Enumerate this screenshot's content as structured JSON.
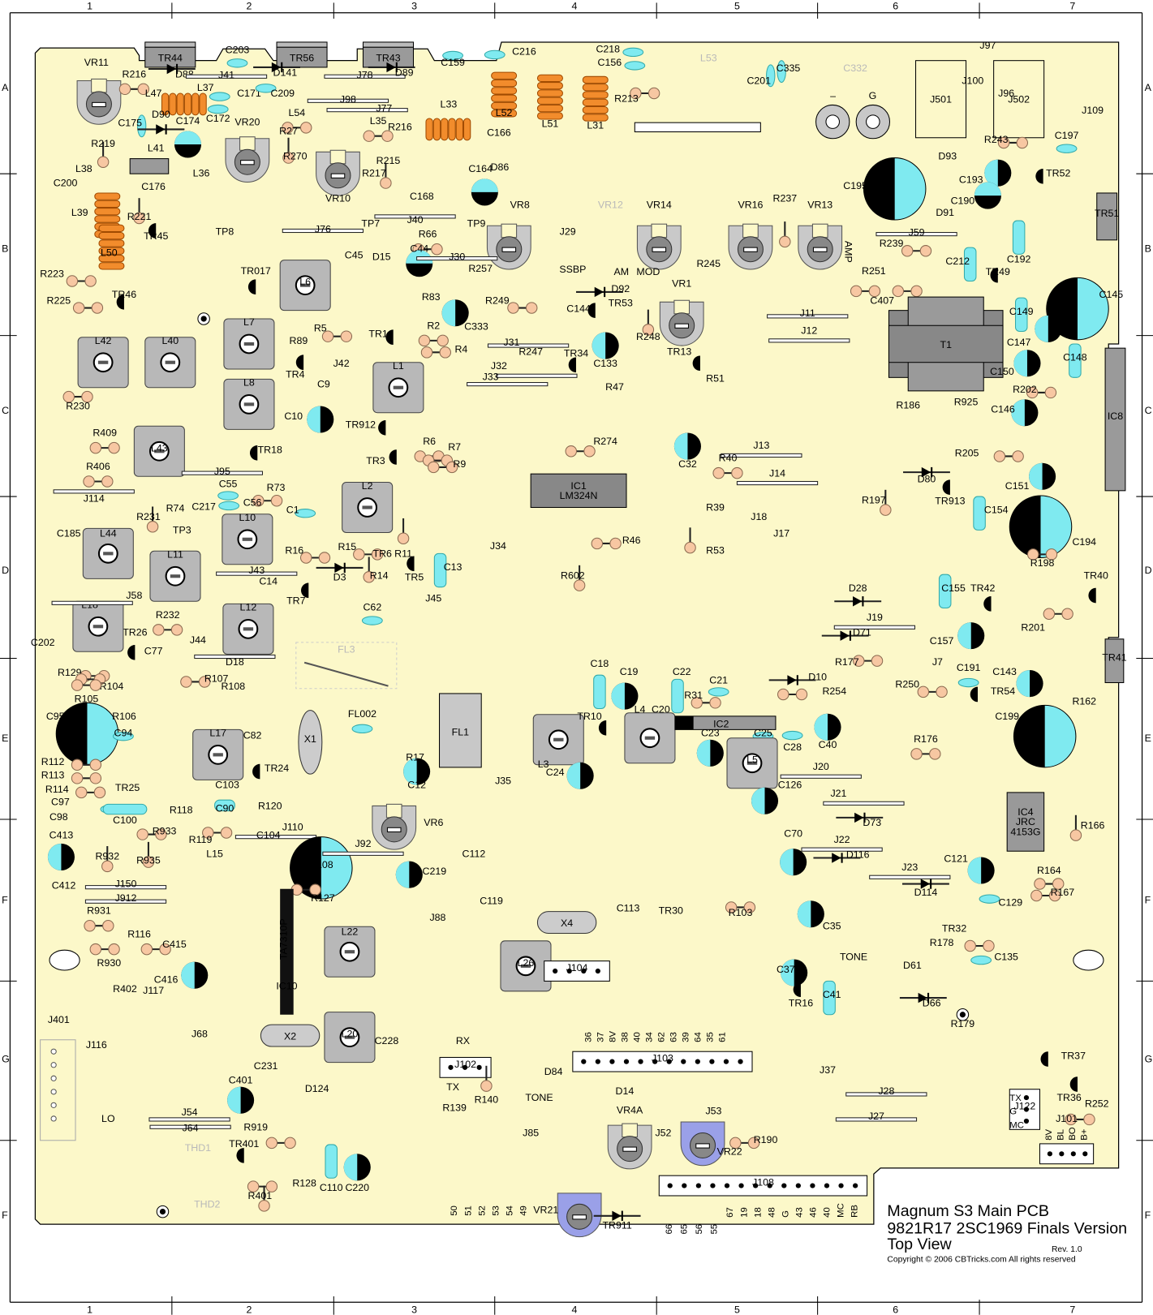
{
  "grid": {
    "columns": [
      "1",
      "2",
      "3",
      "4",
      "5",
      "6",
      "7"
    ],
    "rows": [
      "A",
      "B",
      "C",
      "D",
      "E",
      "F",
      "G",
      "F"
    ]
  },
  "title": {
    "line1": "Magnum S3 Main PCB",
    "line2": "9821R17   2SC1969 Finals Version",
    "line3": "Top View",
    "revision": "Rev. 1.0",
    "copyright": "Copyright © 2006 CBTricks.com   All rights reserved"
  },
  "board_marks": {
    "minus": "–",
    "ground": "G",
    "amp": "AMP"
  },
  "components": [
    "TR44",
    "TR56",
    "TR43",
    "VR11",
    "R216",
    "D88",
    "J41",
    "C203",
    "D141",
    "J78",
    "D89",
    "C159",
    "C216",
    "C218",
    "C156",
    "L53",
    "C201",
    "C335",
    "C332",
    "J501",
    "J502",
    "J109",
    "J97",
    "J100",
    "J96",
    "L37",
    "L47",
    "C171",
    "C209",
    "J98",
    "J77",
    "L54",
    "L35",
    "R216",
    "C175",
    "D90",
    "C174",
    "C172",
    "VR20",
    "R27",
    "R270",
    "VR10",
    "R217",
    "R215",
    "L33",
    "C168",
    "L52",
    "L51",
    "L31",
    "C166",
    "R213",
    "R219",
    "L38",
    "C200",
    "L41",
    "C176",
    "L36",
    "D86",
    "C164",
    "VR8",
    "J29",
    "L39",
    "R221",
    "TR45",
    "TP8",
    "J76",
    "TP7",
    "J40",
    "TP9",
    "R66",
    "C45",
    "D15",
    "C44",
    "J30",
    "R257",
    "L50",
    "R223",
    "TR46",
    "R225",
    "TR017",
    "L6",
    "R83",
    "C333",
    "R249",
    "VR12",
    "VR14",
    "VR16",
    "VR13",
    "R237",
    "R245",
    "J59",
    "R239",
    "R251",
    "C212",
    "C195",
    "C197",
    "R243",
    "D93",
    "C193",
    "TR52",
    "C190",
    "D91",
    "TR51",
    "C192",
    "TR49",
    "C145",
    "L42",
    "L40",
    "L7",
    "L8",
    "R89",
    "R5",
    "TR1",
    "R2",
    "R4",
    "J42",
    "TR4",
    "L1",
    "C9",
    "D92",
    "TR53",
    "C144",
    "R248",
    "VR1",
    "TR13",
    "C407",
    "J11",
    "J12",
    "T1",
    "C147",
    "C149",
    "C148",
    "C150",
    "J31",
    "R247",
    "TR34",
    "C133",
    "J32",
    "J33",
    "R47",
    "R51",
    "R186",
    "R925",
    "R202",
    "C146",
    "IC8",
    "R230",
    "C10",
    "TR912",
    "L43",
    "R409",
    "R406",
    "TR18",
    "R6",
    "R7",
    "TR3",
    "R9",
    "R274",
    "C32",
    "J13",
    "R40",
    "J14",
    "IC1 LM324N",
    "R205",
    "C151",
    "D80",
    "TR913",
    "C154",
    "C194",
    "J95",
    "J114",
    "C55",
    "R73",
    "C56",
    "L2",
    "C217",
    "R74",
    "R231",
    "TP3",
    "C1",
    "L10",
    "L44",
    "C185",
    "L11",
    "R16",
    "R15",
    "TR6",
    "R11",
    "TR5",
    "C13",
    "D3",
    "R14",
    "J43",
    "C14",
    "TR7",
    "J45",
    "J34",
    "R602",
    "R46",
    "R53",
    "J18",
    "J17",
    "R39",
    "R197",
    "R198",
    "TR40",
    "C155",
    "TR42",
    "R201",
    "TR41",
    "C157",
    "J19",
    "D28",
    "D71",
    "R177",
    "J7",
    "C191",
    "C143",
    "TR54",
    "R250",
    "R162",
    "C199",
    "C202",
    "R129",
    "TR26",
    "C77",
    "R232",
    "L18",
    "J58",
    "J44",
    "L12",
    "D18",
    "R107",
    "R104",
    "R105",
    "R108",
    "C62",
    "FL3",
    "C95",
    "R106",
    "C94",
    "L17",
    "C82",
    "X1",
    "FL002",
    "FL1",
    "R112",
    "R113",
    "R114",
    "C97",
    "C98",
    "TR25",
    "C103",
    "C90",
    "R118",
    "R120",
    "TR24",
    "C12",
    "R17",
    "C100",
    "R933",
    "R119",
    "J110",
    "C104",
    "C108",
    "J92",
    "VR6",
    "C413",
    "R932",
    "R935",
    "L15",
    "J150",
    "J912",
    "C412",
    "R127",
    "C219",
    "R931",
    "R116",
    "C415",
    "R930",
    "C416",
    "R402",
    "J117",
    "TA7310P",
    "X2",
    "L22",
    "J88",
    "C119",
    "C112",
    "J35",
    "L3",
    "C24",
    "C18",
    "C19",
    "C22",
    "C20",
    "L4",
    "TR10",
    "IC2",
    "C21",
    "R31",
    "D10",
    "R254",
    "C23",
    "C25",
    "C28",
    "C40",
    "L5",
    "R176",
    "J20",
    "C126",
    "J21",
    "D73",
    "R166",
    "IC4 JRC 4153G",
    "J22",
    "C121",
    "J23",
    "D116",
    "C70",
    "D114",
    "R164",
    "R167",
    "C129",
    "C35",
    "R103",
    "TR30",
    "C113",
    "X4",
    "L26",
    "TONE",
    "TR32",
    "R178",
    "C135",
    "D61",
    "C37",
    "TR16",
    "C41",
    "J104",
    "D66",
    "R179",
    "TR37",
    "TR36",
    "R252",
    "J101",
    "J122",
    "J401",
    "J116",
    "J68",
    "C231",
    "D124",
    "L20",
    "C401",
    "J54",
    "J64",
    "R919",
    "TR401",
    "LO",
    "R128",
    "C110",
    "C220",
    "R401",
    "J102",
    "RX",
    "TX",
    "D84",
    "J103",
    "D14",
    "VR4A",
    "J52",
    "R190",
    "VR22",
    "J108",
    "VR21",
    "TR911",
    "THD1",
    "THD2",
    "J28",
    "J27",
    "J37",
    "AM",
    "MOD",
    "SSBP",
    "IC10",
    "C228",
    "R139",
    "R140",
    "TONE",
    "J85",
    "J53"
  ],
  "pins": {
    "j102_row": [
      "50",
      "51",
      "52",
      "53",
      "54",
      "49"
    ],
    "j103_row": [
      "36",
      "37",
      "8V",
      "38",
      "40",
      "34",
      "62",
      "63",
      "39",
      "64",
      "35",
      "61"
    ],
    "j108_row_a": [
      "66",
      "65",
      "56",
      "55"
    ],
    "j108_row_b": [
      "67",
      "19",
      "18",
      "48",
      "G",
      "43",
      "46",
      "40",
      "MC",
      "RB"
    ],
    "j122_side": [
      "TX",
      "G",
      "MC"
    ],
    "j122_top": [
      "8V",
      "BL",
      "BO",
      "B+"
    ]
  },
  "colors": {
    "board": "#fcf8c9",
    "resistor": "#f7c7a2",
    "capacitor": "#7feaf0",
    "coil": "#f28c2c",
    "part_gray": "#9a9a9a",
    "trimmer": "#c9c9c9"
  }
}
